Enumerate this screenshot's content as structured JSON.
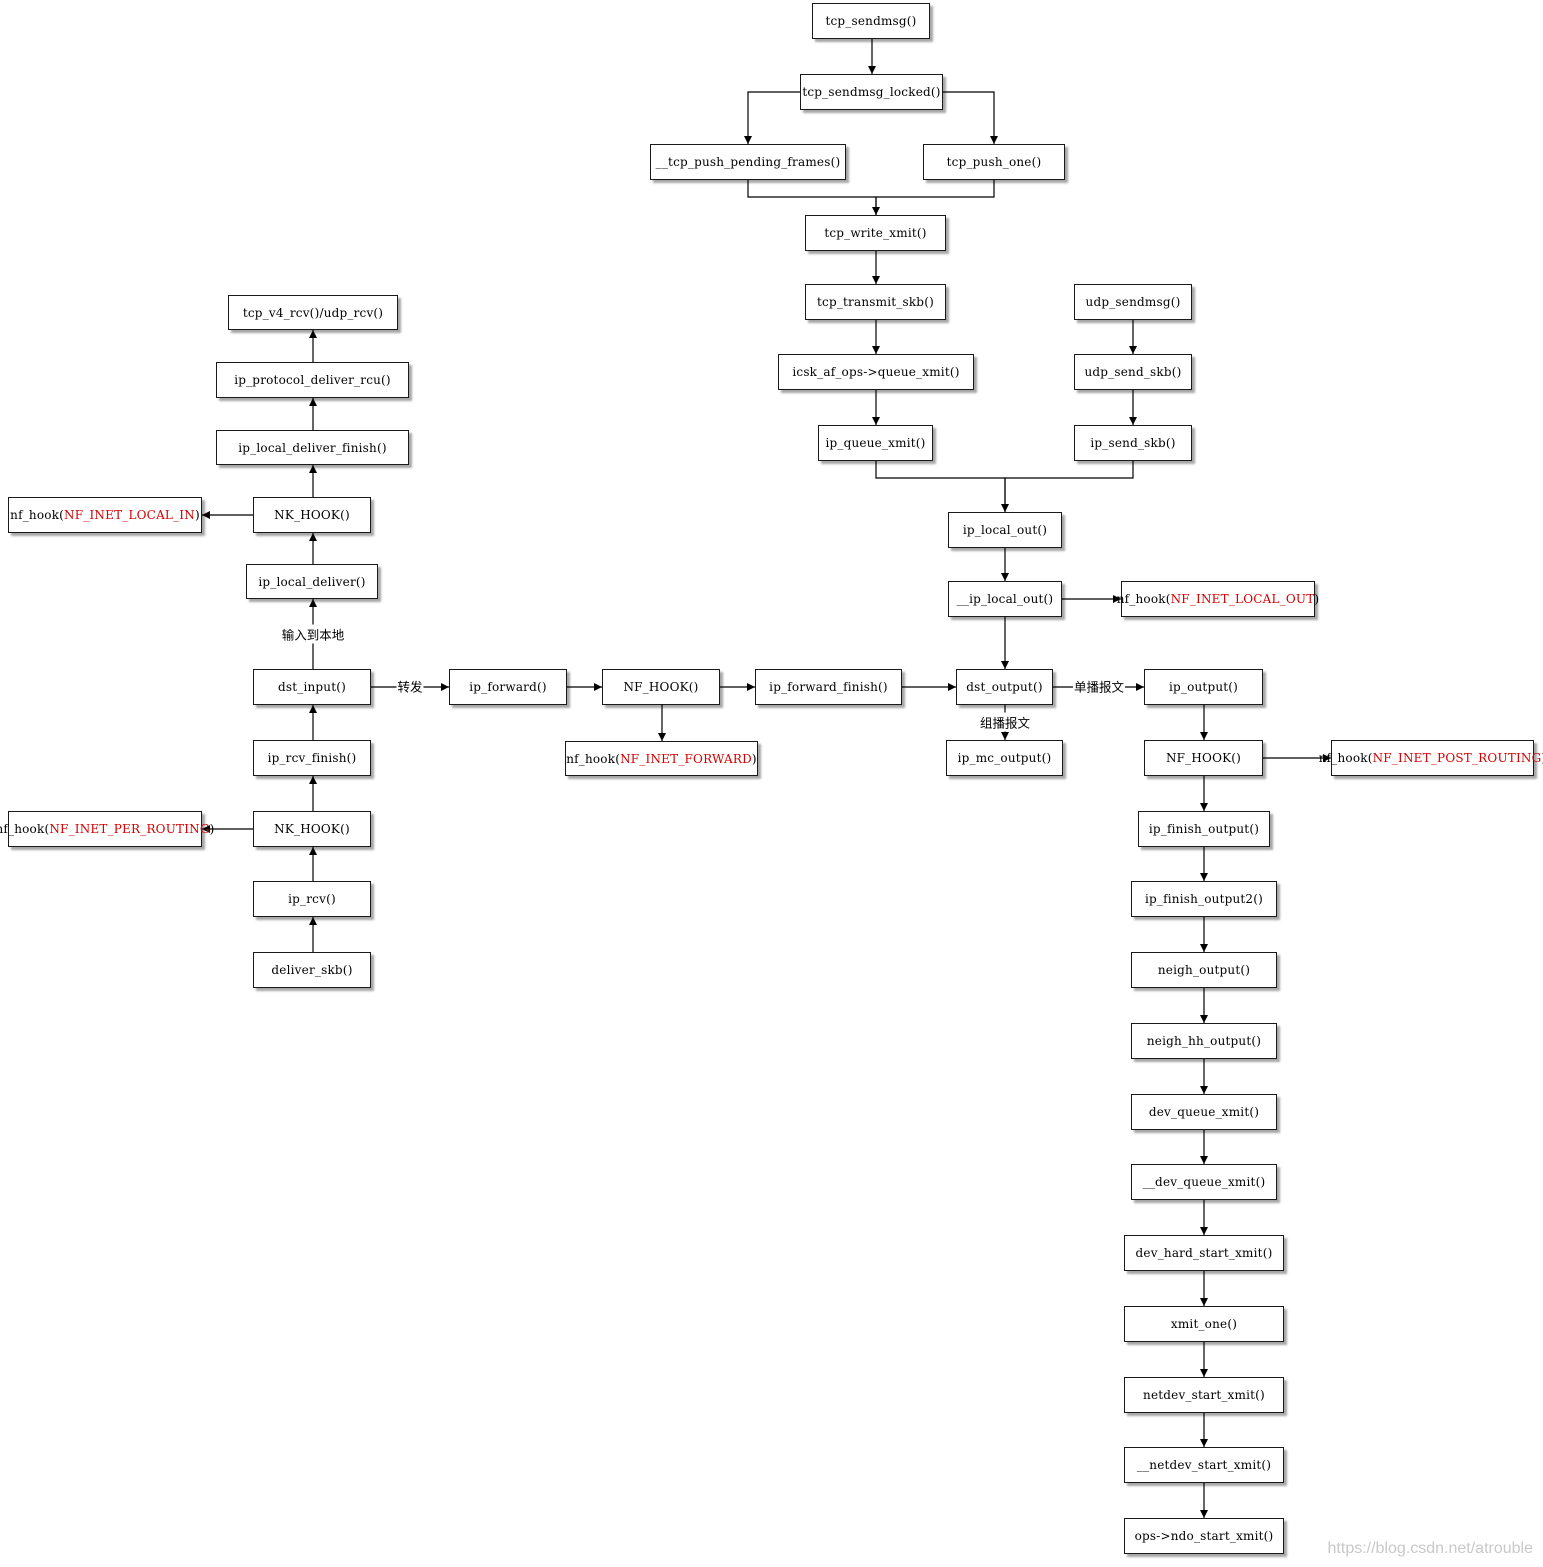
{
  "diagram": {
    "nodes": {
      "tcp_sendmsg": "tcp_sendmsg()",
      "tcp_sendmsg_locked": "tcp_sendmsg_locked()",
      "tcp_push_pending_frames": "__tcp_push_pending_frames()",
      "tcp_push_one": "tcp_push_one()",
      "tcp_write_xmit": "tcp_write_xmit()",
      "tcp_transmit_skb": "tcp_transmit_skb()",
      "icsk_queue_xmit": "icsk_af_ops->queue_xmit()",
      "ip_queue_xmit": "ip_queue_xmit()",
      "udp_sendmsg": "udp_sendmsg()",
      "udp_send_skb": "udp_send_skb()",
      "ip_send_skb": "ip_send_skb()",
      "ip_local_out": "ip_local_out()",
      "ip_local_out2": "__ip_local_out()",
      "dst_output": "dst_output()",
      "ip_output": "ip_output()",
      "ip_mc_output": "ip_mc_output()",
      "nf_hook_post": "NF_HOOK()",
      "ip_finish_output": "ip_finish_output()",
      "ip_finish_output2": "ip_finish_output2()",
      "neigh_output": "neigh_output()",
      "neigh_hh_output": "neigh_hh_output()",
      "dev_queue_xmit": "dev_queue_xmit()",
      "dev_queue_xmit2": "__dev_queue_xmit()",
      "dev_hard_start_xmit": "dev_hard_start_xmit()",
      "xmit_one": "xmit_one()",
      "netdev_start_xmit": "netdev_start_xmit()",
      "netdev_start_xmit2": "__netdev_start_xmit()",
      "ndo_start_xmit": "ops->ndo_start_xmit()",
      "tcp_v4_rcv": "tcp_v4_rcv()/udp_rcv()",
      "ip_protocol_deliver_rcu": "ip_protocol_deliver_rcu()",
      "ip_local_deliver_finish": "ip_local_deliver_finish()",
      "nk_hook_in": "NK_HOOK()",
      "ip_local_deliver": "ip_local_deliver()",
      "dst_input": "dst_input()",
      "ip_rcv_finish": "ip_rcv_finish()",
      "nk_hook_pre": "NK_HOOK()",
      "ip_rcv": "ip_rcv()",
      "deliver_skb": "deliver_skb()",
      "ip_forward": "ip_forward()",
      "nf_hook_fwd": "NF_HOOK()",
      "ip_forward_finish": "ip_forward_finish()"
    },
    "hooks": {
      "local_in": {
        "prefix": "nf_hook(",
        "name": "NF_INET_LOCAL_IN",
        "suffix": ")"
      },
      "pre_routing": {
        "prefix": "nf_hook(",
        "name": "NF_INET_PER_ROUTING",
        "suffix": ")"
      },
      "forward": {
        "prefix": "nf_hook(",
        "name": "NF_INET_FORWARD",
        "suffix": ")"
      },
      "local_out": {
        "prefix": "nf_hook(",
        "name": "NF_INET_LOCAL_OUT",
        "suffix": ")"
      },
      "post_routing": {
        "prefix": "nf_hook(",
        "name": "NF_INET_POST_ROUTING",
        "suffix": ")"
      }
    },
    "edge_labels": {
      "to_local": "输入到本地",
      "forward": "转发",
      "unicast": "单播报文",
      "multicast": "组播报文"
    },
    "colors": {
      "hook_name": "#d40000",
      "line": "#000000"
    }
  },
  "watermark": "https://blog.csdn.net/atrouble"
}
